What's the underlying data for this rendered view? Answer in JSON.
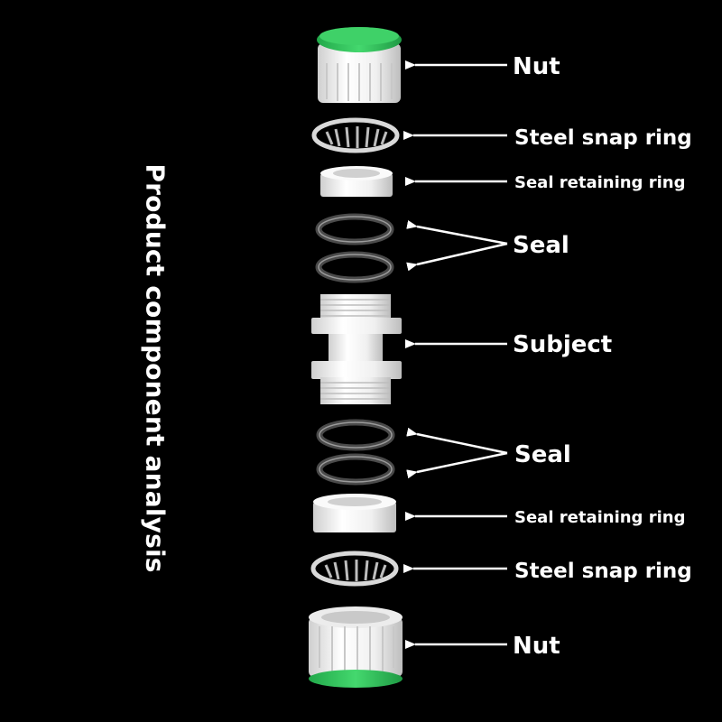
{
  "title": "Product component analysis",
  "colors": {
    "background": "#000000",
    "nut_cap": "#33c45f",
    "plastic": "#f2f2f2",
    "arrows": "#ffffff"
  },
  "components": [
    {
      "id": "nut-top",
      "label": "Nut"
    },
    {
      "id": "snap-ring-top",
      "label": "Steel snap ring"
    },
    {
      "id": "retaining-ring-top",
      "label": "Seal retaining ring"
    },
    {
      "id": "seal-top",
      "label": "Seal"
    },
    {
      "id": "subject",
      "label": "Subject"
    },
    {
      "id": "seal-bottom",
      "label": "Seal"
    },
    {
      "id": "retaining-ring-bottom",
      "label": "Seal retaining ring"
    },
    {
      "id": "snap-ring-bottom",
      "label": "Steel snap ring"
    },
    {
      "id": "nut-bottom",
      "label": "Nut"
    }
  ]
}
